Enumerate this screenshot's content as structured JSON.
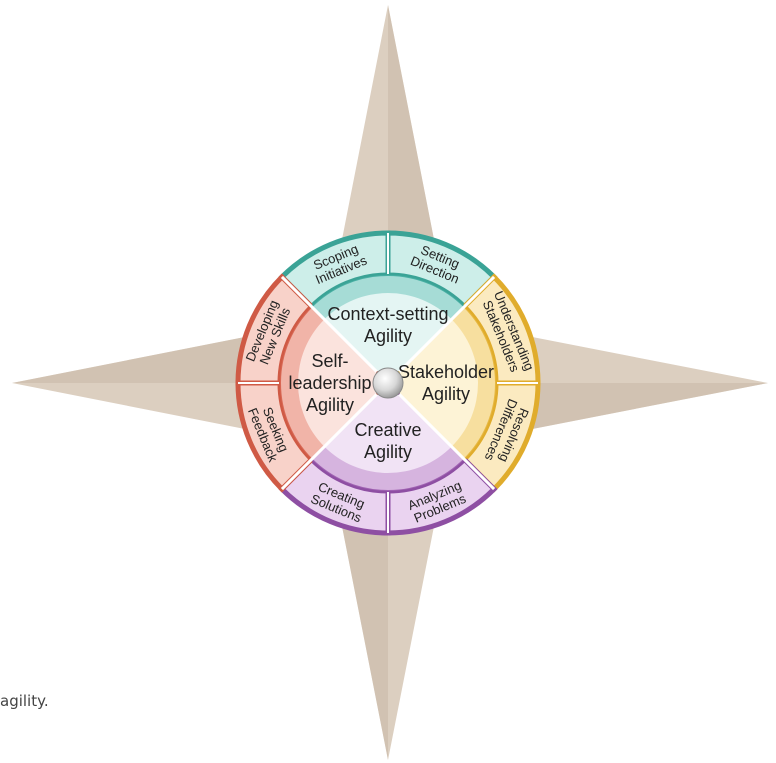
{
  "caption": "agility.",
  "diagram": {
    "center_hub": "hub",
    "quadrants": [
      {
        "id": "context",
        "title_lines": [
          "Context-setting",
          "Agility"
        ],
        "colors": {
          "base": "#5bbfb3",
          "light": "#e4f5f3",
          "band": "#cdeee9",
          "edge": "#3aa396"
        },
        "segments": [
          {
            "lines": [
              "Scoping",
              "Initiatives"
            ]
          },
          {
            "lines": [
              "Setting",
              "Direction"
            ]
          }
        ]
      },
      {
        "id": "stakeholder",
        "title_lines": [
          "Stakeholder",
          "Agility"
        ],
        "colors": {
          "base": "#f0c75e",
          "light": "#fdf3d6",
          "band": "#fbeac0",
          "edge": "#e0ac2c"
        },
        "segments": [
          {
            "lines": [
              "Understanding",
              "Stakeholders"
            ]
          },
          {
            "lines": [
              "Resolving",
              "Differences"
            ]
          }
        ]
      },
      {
        "id": "creative",
        "title_lines": [
          "Creative",
          "Agility"
        ],
        "colors": {
          "base": "#b57bc6",
          "light": "#f1e3f5",
          "band": "#ead3f0",
          "edge": "#8e4fa3"
        },
        "segments": [
          {
            "lines": [
              "Analyzing",
              "Problems"
            ]
          },
          {
            "lines": [
              "Creating",
              "Solutions"
            ]
          }
        ]
      },
      {
        "id": "self",
        "title_lines": [
          "Self-",
          "leadership",
          "Agility"
        ],
        "colors": {
          "base": "#e57b68",
          "light": "#fbe3dd",
          "band": "#f8d2c9",
          "edge": "#cf5a45"
        },
        "segments": [
          {
            "lines": [
              "Seeking",
              "Feedback"
            ]
          },
          {
            "lines": [
              "Developing",
              "New Skills"
            ]
          }
        ]
      }
    ],
    "star_color": "#dccfc0",
    "star_shade": "#c9b8a5"
  }
}
